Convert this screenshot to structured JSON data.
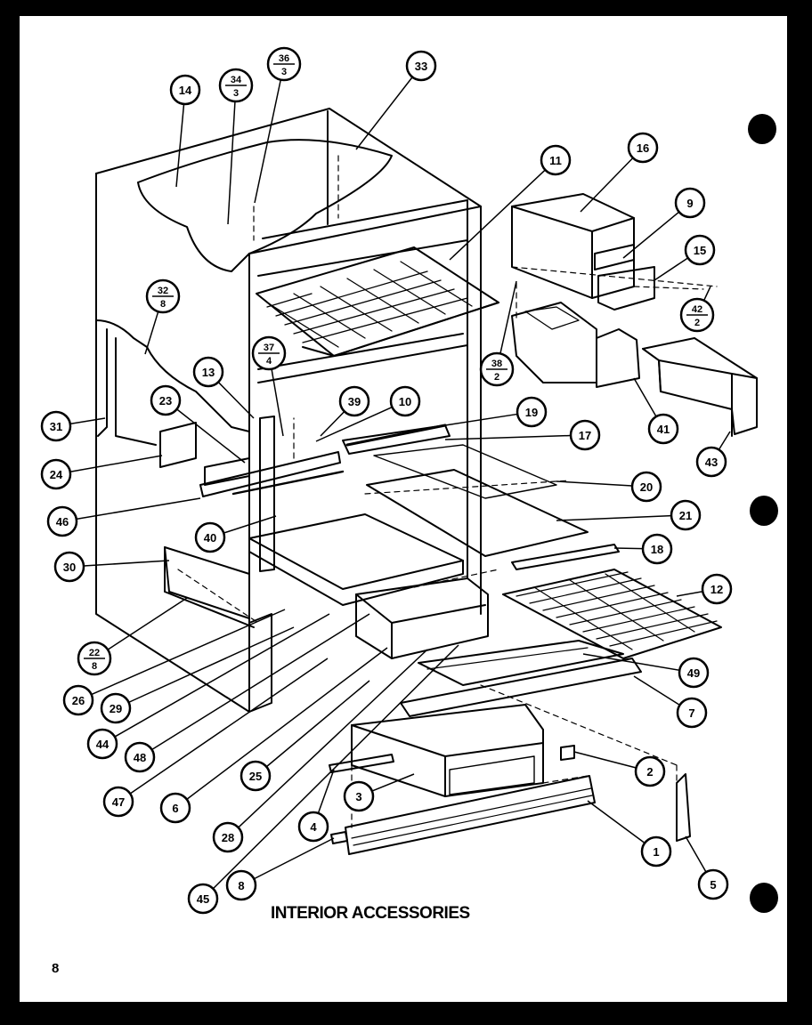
{
  "caption": "INTERIOR ACCESSORIES",
  "page_number": "8",
  "callouts": [
    {
      "id": "c14",
      "label": "14"
    },
    {
      "id": "c34",
      "num": "34",
      "den": "3"
    },
    {
      "id": "c36",
      "num": "36",
      "den": "3"
    },
    {
      "id": "c33",
      "label": "33"
    },
    {
      "id": "c11",
      "label": "11"
    },
    {
      "id": "c16",
      "label": "16"
    },
    {
      "id": "c9",
      "label": "9"
    },
    {
      "id": "c15",
      "label": "15"
    },
    {
      "id": "c42",
      "num": "42",
      "den": "2"
    },
    {
      "id": "c32",
      "num": "32",
      "den": "8"
    },
    {
      "id": "c37",
      "num": "37",
      "den": "4"
    },
    {
      "id": "c13",
      "label": "13"
    },
    {
      "id": "c23",
      "label": "23"
    },
    {
      "id": "c39",
      "label": "39"
    },
    {
      "id": "c10",
      "label": "10"
    },
    {
      "id": "c38",
      "num": "38",
      "den": "2"
    },
    {
      "id": "c41",
      "label": "41"
    },
    {
      "id": "c43",
      "label": "43"
    },
    {
      "id": "c19",
      "label": "19"
    },
    {
      "id": "c17",
      "label": "17"
    },
    {
      "id": "c31",
      "label": "31"
    },
    {
      "id": "c24",
      "label": "24"
    },
    {
      "id": "c20",
      "label": "20"
    },
    {
      "id": "c46",
      "label": "46"
    },
    {
      "id": "c21",
      "label": "21"
    },
    {
      "id": "c40",
      "label": "40"
    },
    {
      "id": "c18",
      "label": "18"
    },
    {
      "id": "c30",
      "label": "30"
    },
    {
      "id": "c12",
      "label": "12"
    },
    {
      "id": "c22",
      "num": "22",
      "den": "8"
    },
    {
      "id": "c49",
      "label": "49"
    },
    {
      "id": "c26",
      "label": "26"
    },
    {
      "id": "c29",
      "label": "29"
    },
    {
      "id": "c7",
      "label": "7"
    },
    {
      "id": "c44",
      "label": "44"
    },
    {
      "id": "c48",
      "label": "48"
    },
    {
      "id": "c2",
      "label": "2"
    },
    {
      "id": "c47",
      "label": "47"
    },
    {
      "id": "c6",
      "label": "6"
    },
    {
      "id": "c25",
      "label": "25"
    },
    {
      "id": "c3",
      "label": "3"
    },
    {
      "id": "c28",
      "label": "28"
    },
    {
      "id": "c4",
      "label": "4"
    },
    {
      "id": "c1",
      "label": "1"
    },
    {
      "id": "c5",
      "label": "5"
    },
    {
      "id": "c45",
      "label": "45"
    },
    {
      "id": "c8",
      "label": "8"
    }
  ]
}
